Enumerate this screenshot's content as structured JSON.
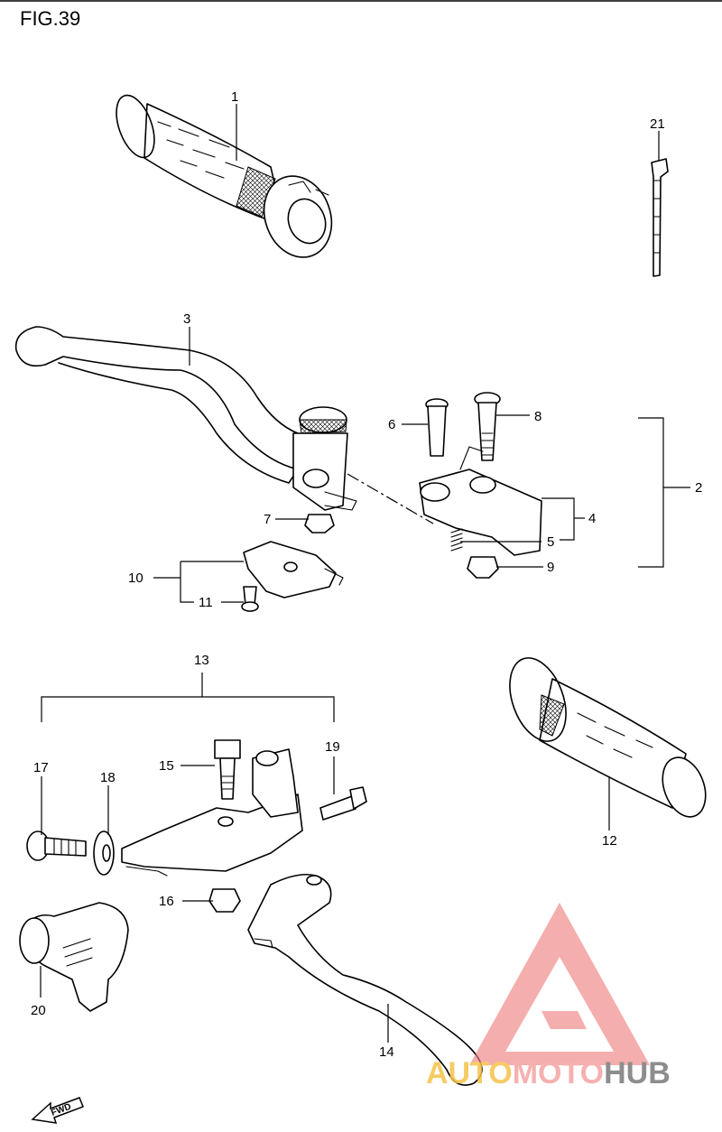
{
  "figure": {
    "title": "FIG.39"
  },
  "callouts": [
    "1",
    "2",
    "3",
    "4",
    "5",
    "6",
    "7",
    "8",
    "9",
    "10",
    "11",
    "12",
    "13",
    "14",
    "15",
    "16",
    "17",
    "18",
    "19",
    "20",
    "21"
  ],
  "watermark": {
    "word_part_1": "AUTO",
    "word_part_2": "MOTO",
    "word_part_3": "HUB",
    "colors": {
      "auto": "#f6c34a",
      "moto": "#f5a3a3",
      "hub": "#7a7a7a",
      "logo": "#f08080"
    }
  },
  "fwd_arrow": {
    "label": "FWD"
  }
}
